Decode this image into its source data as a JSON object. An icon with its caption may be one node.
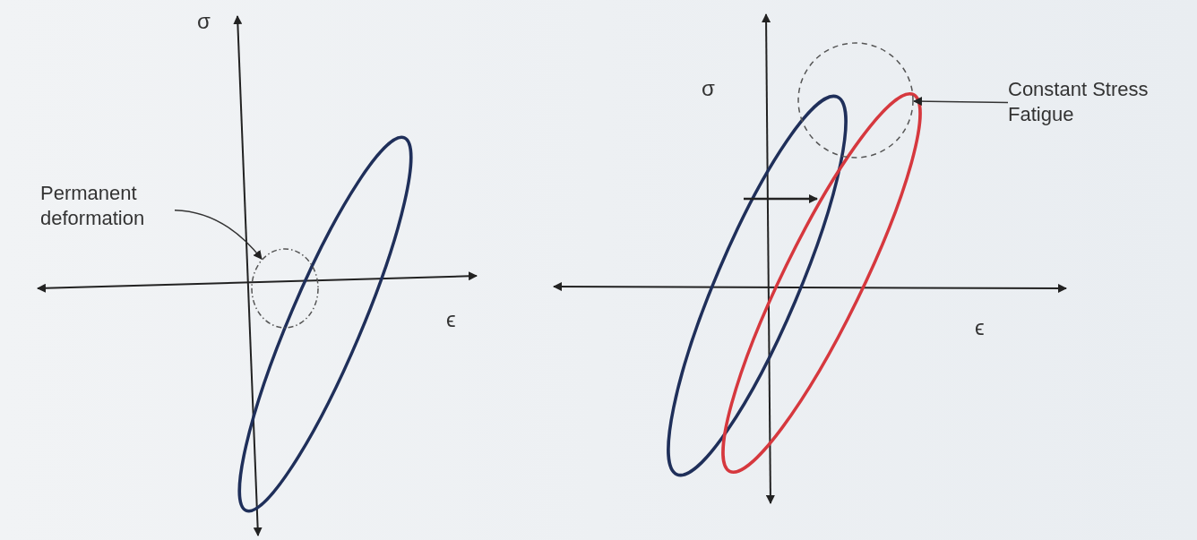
{
  "diagram": {
    "nodes": [
      {
        "text": [
          "Permanent deformation"
        ]
      },
      {
        "text": [],
        "shape": "circle"
      },
      {
        "text": [
          "Constant Stress Fatigue"
        ]
      },
      {
        "text": [],
        "shape": "circle"
      }
    ],
    "edges": [
      {
        "from": 0,
        "to": 1,
        "arrow": "to"
      },
      {
        "from": 2,
        "to": 3,
        "arrow": "to"
      }
    ],
    "labels": [
      "σ",
      "ϵ",
      "σ",
      "ϵ"
    ]
  }
}
